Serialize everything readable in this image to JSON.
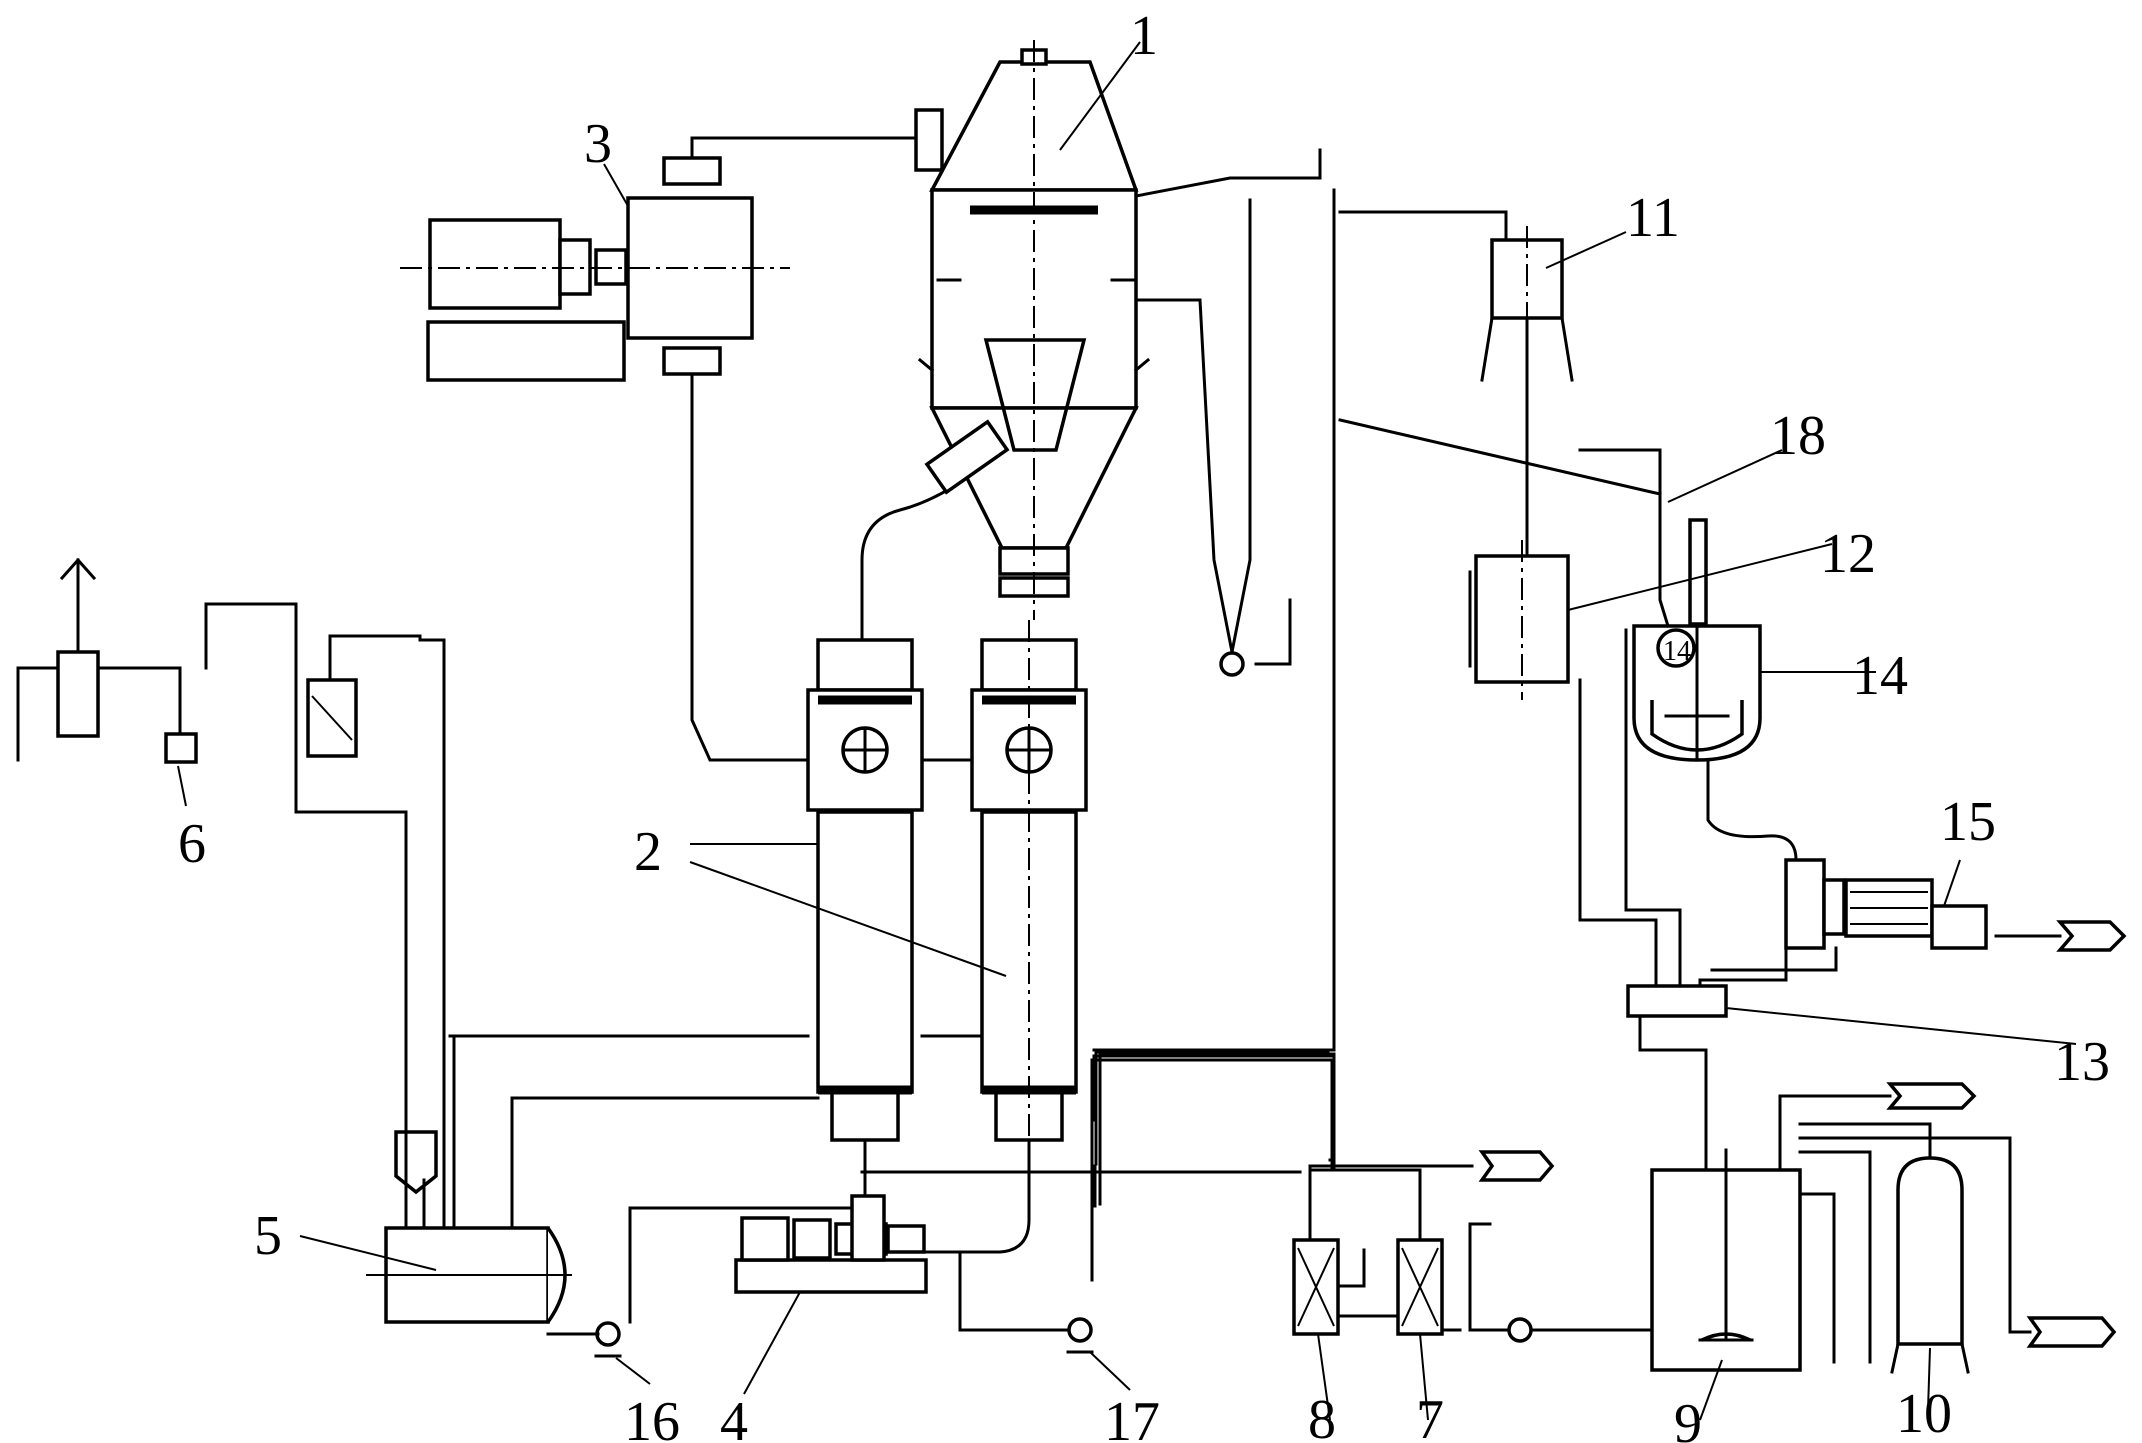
{
  "labels": [
    {
      "id": "1",
      "text": "1"
    },
    {
      "id": "2",
      "text": "2"
    },
    {
      "id": "3",
      "text": "3"
    },
    {
      "id": "4",
      "text": "4"
    },
    {
      "id": "5",
      "text": "5"
    },
    {
      "id": "6",
      "text": "6"
    },
    {
      "id": "7",
      "text": "7"
    },
    {
      "id": "8",
      "text": "8"
    },
    {
      "id": "9",
      "text": "9"
    },
    {
      "id": "10",
      "text": "10"
    },
    {
      "id": "11",
      "text": "11"
    },
    {
      "id": "12",
      "text": "12"
    },
    {
      "id": "13",
      "text": "13"
    },
    {
      "id": "14",
      "text": "14"
    },
    {
      "id": "15",
      "text": "15"
    },
    {
      "id": "16",
      "text": "16"
    },
    {
      "id": "17",
      "text": "17"
    },
    {
      "id": "18",
      "text": "18"
    }
  ],
  "inline_marks": {
    "vessel_14_tag": "14"
  }
}
